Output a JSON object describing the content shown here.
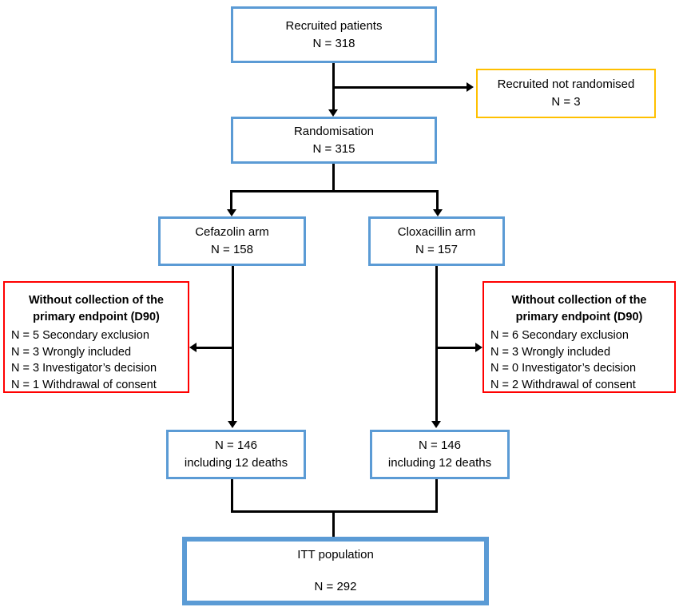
{
  "diagram": {
    "type": "consort-flow-diagram",
    "colors": {
      "box_blue": "#5B9BD5",
      "box_orange": "#FFC000",
      "box_red": "#FF0000",
      "connector": "#000000",
      "text": "#000000",
      "background": "#FFFFFF"
    },
    "nodes": {
      "recruited": {
        "line1": "Recruited patients",
        "line2": "N = 318"
      },
      "not_randomised": {
        "line1": "Recruited not randomised",
        "line2": "N = 3"
      },
      "randomisation": {
        "line1": "Randomisation",
        "line2": "N = 315"
      },
      "cefazolin_arm": {
        "line1": "Cefazolin arm",
        "line2": "N = 158"
      },
      "cloxacillin_arm": {
        "line1": "Cloxacillin arm",
        "line2": "N = 157"
      },
      "excluded_left": {
        "header_line1": "Without collection of the",
        "header_line2": "primary endpoint (D90)",
        "items": [
          "N = 5 Secondary exclusion",
          "N = 3 Wrongly included",
          "N = 3 Investigator’s decision",
          "N = 1 Withdrawal of consent"
        ]
      },
      "excluded_right": {
        "header_line1": "Without collection of the",
        "header_line2": "primary endpoint (D90)",
        "items": [
          "N = 6 Secondary exclusion",
          "N = 3 Wrongly included",
          "N = 0 Investigator’s decision",
          "N = 2 Withdrawal of consent"
        ]
      },
      "analysed_left": {
        "line1": "N = 146",
        "line2": "including 12 deaths"
      },
      "analysed_right": {
        "line1": "N = 146",
        "line2": "including 12 deaths"
      },
      "itt": {
        "line1": "ITT population",
        "line2": "N = 292"
      }
    }
  }
}
